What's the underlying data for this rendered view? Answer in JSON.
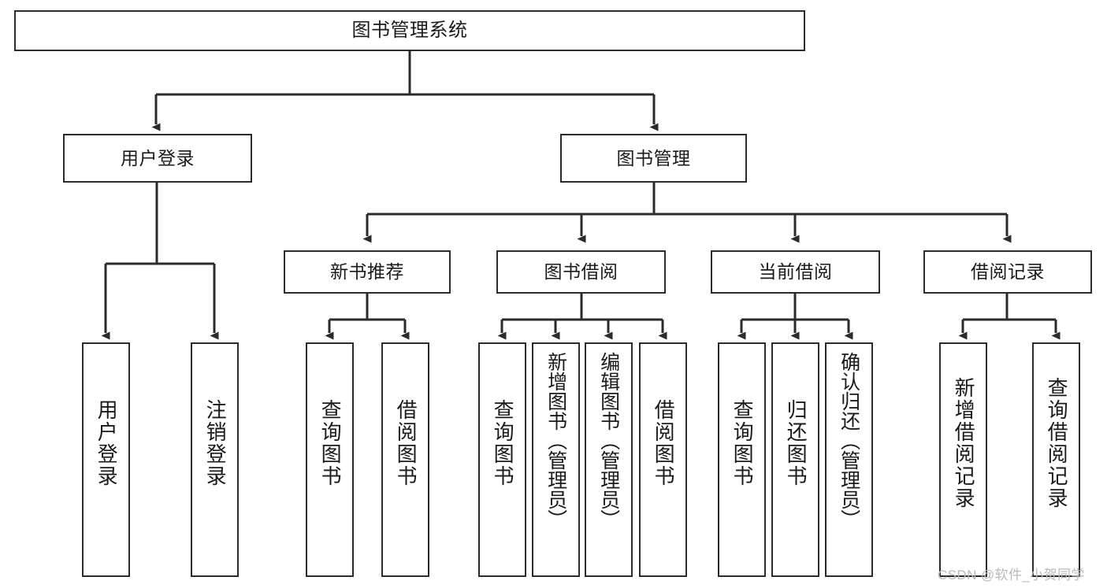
{
  "diagram": {
    "title": "图书管理系统",
    "type": "tree-hierarchy",
    "watermark": "CSDN @软件_小贺同学",
    "colors": {
      "box_border": "#2b2b2b",
      "box_fill": "#ffffff",
      "edge": "#2b2b2b",
      "text": "#1a1a1a",
      "watermark": "#b9b9b9",
      "background": "#ffffff"
    },
    "nodes": {
      "root": {
        "label": "图书管理系统",
        "level": 0
      },
      "level1": [
        {
          "id": "user-login",
          "label": "用户登录"
        },
        {
          "id": "book-management",
          "label": "图书管理"
        }
      ],
      "level2": [
        {
          "id": "new-book-recommend",
          "label": "新书推荐",
          "parent": "book-management"
        },
        {
          "id": "book-borrow",
          "label": "图书借阅",
          "parent": "book-management"
        },
        {
          "id": "current-borrow",
          "label": "当前借阅",
          "parent": "book-management"
        },
        {
          "id": "borrow-record",
          "label": "借阅记录",
          "parent": "book-management"
        }
      ],
      "leaves": {
        "user-login": [
          {
            "id": "leaf-user-login",
            "label": "用户登录"
          },
          {
            "id": "leaf-logout-login",
            "label": "注销登录"
          }
        ],
        "new-book-recommend": [
          {
            "id": "leaf-query-book-1",
            "label": "查询图书"
          },
          {
            "id": "leaf-borrow-book-1",
            "label": "借阅图书"
          }
        ],
        "book-borrow": [
          {
            "id": "leaf-query-book-2",
            "label": "查询图书"
          },
          {
            "id": "leaf-add-book",
            "label": "新增图书（管理员）"
          },
          {
            "id": "leaf-edit-book",
            "label": "编辑图书（管理员）"
          },
          {
            "id": "leaf-borrow-book-2",
            "label": "借阅图书"
          }
        ],
        "current-borrow": [
          {
            "id": "leaf-query-book-3",
            "label": "查询图书"
          },
          {
            "id": "leaf-return-book",
            "label": "归还图书"
          },
          {
            "id": "leaf-confirm-return",
            "label": "确认归还（管理员）"
          }
        ],
        "borrow-record": [
          {
            "id": "leaf-add-record",
            "label": "新增借阅记录"
          },
          {
            "id": "leaf-query-record",
            "label": "查询借阅记录"
          }
        ]
      }
    }
  }
}
